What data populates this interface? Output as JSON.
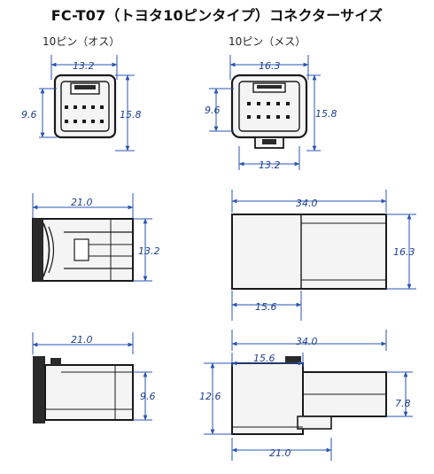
{
  "title": "FC-T07（トヨタ10ピンタイプ）コネクターサイズ",
  "labels": {
    "male": "10ピン（オス）",
    "female": "10ピン（メス）"
  },
  "dimensions": {
    "male_front_width": "13.2",
    "male_front_height_inner": "9.6",
    "male_front_height_outer": "15.8",
    "female_front_width": "16.3",
    "female_front_height_inner": "9.6",
    "female_front_height_outer": "15.8",
    "female_front_latch_width": "13.2",
    "male_top_length": "21.0",
    "male_top_width": "13.2",
    "female_top_length": "34.0",
    "female_top_width": "16.3",
    "female_top_body": "15.6",
    "male_side_length": "21.0",
    "male_side_height": "9.6",
    "female_side_length": "34.0",
    "female_side_body": "15.6",
    "female_side_height": "12.6",
    "female_side_height_rear": "7.8",
    "female_side_bottom": "21.0"
  },
  "colors": {
    "outline": "#1a1a1a",
    "body_fill": "#f4f4f4",
    "dark_fill": "#2a2a2a",
    "dimension_line": "#2a55b0",
    "dimension_text": "#1d3f8f"
  }
}
